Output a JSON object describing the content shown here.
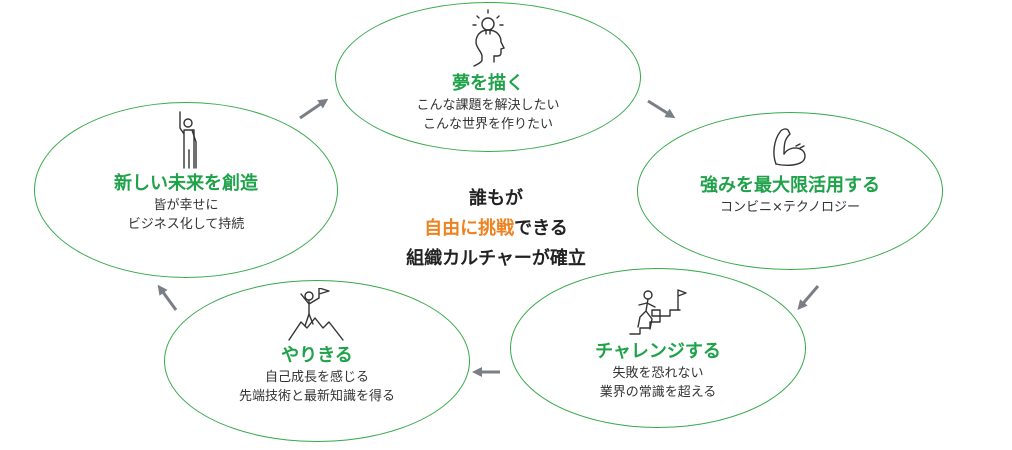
{
  "center": {
    "line1": "誰もが",
    "line2_highlight": "自由に挑戦",
    "line2_rest": "できる",
    "line3": "組織カルチャーが確立"
  },
  "nodes": {
    "dream": {
      "title": "夢を描く",
      "sub1": "こんな課題を解決したい",
      "sub2": "こんな世界を作りたい",
      "icon": "lightbulb-head-icon"
    },
    "strength": {
      "title": "強みを最大限活用する",
      "sub1": "コンビニ×テクノロジー",
      "icon": "flexed-arm-icon"
    },
    "challenge": {
      "title": "チャレンジする",
      "sub1": "失敗を恐れない",
      "sub2": "業界の常識を超える",
      "icon": "climbing-stairs-icon"
    },
    "finish": {
      "title": "やりきる",
      "sub1": "自己成長を感じる",
      "sub2": "先端技術と最新知識を得る",
      "icon": "summit-flag-icon"
    },
    "future": {
      "title": "新しい未来を創造",
      "sub1": "皆が幸せに",
      "sub2": "ビジネス化して持続",
      "icon": "raised-hand-person-icon"
    }
  },
  "colors": {
    "accent_green": "#1fa24a",
    "ellipse_border": "#37a94a",
    "highlight_orange": "#ee8220",
    "arrow_gray": "#7a7f86"
  }
}
